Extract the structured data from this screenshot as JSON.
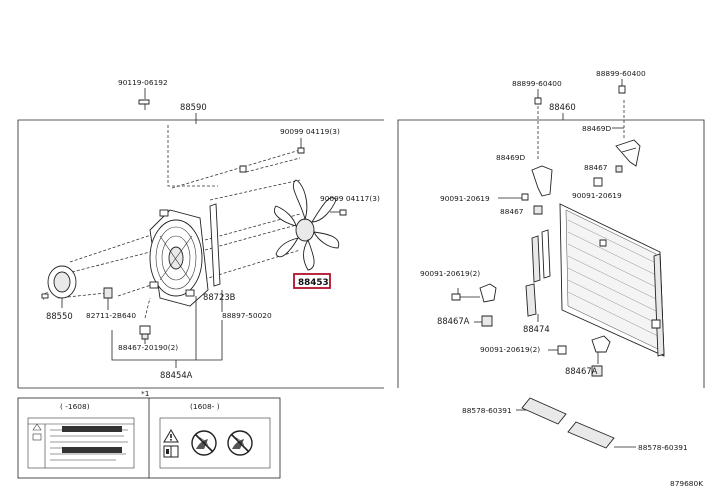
{
  "labels": {
    "bolt_top_left": "90119-06192",
    "fan_shroud_assy": "88590",
    "screw_top": "90099 04119(3)",
    "screw_mid": "90099 04117(3)",
    "fan_highlighted": "88453",
    "fan_motor": "88550",
    "clip_left": "82711-2B640",
    "grommet_left": "88467-20190(2)",
    "bracket_b": "88723B",
    "seal_right": "88897-50020",
    "fan_assembly_sub": "88454A",
    "bolt_top_r1": "88899-60400",
    "bolt_top_r2": "88899-60400",
    "condenser": "88460",
    "bracket_d1": "88469D",
    "bracket_d2": "88469D",
    "cushion_r1": "88467",
    "cushion_r2": "88467",
    "screw_r1": "90091-20619",
    "screw_r2": "90091-20619",
    "screw_r3": "90091-20619(2)",
    "screw_r4": "90091-20619(2)",
    "cushion_a1": "88467A",
    "cushion_a2": "88467A",
    "seal_center": "88474",
    "seal_bot1": "88578-60391",
    "seal_bot2": "88578-60391",
    "drawing_code": "879680K"
  },
  "legend": {
    "marker": "*1",
    "col_left_header": "(   -1608)",
    "col_right_header": "(1608-   )"
  },
  "colors": {
    "highlight_box": "#b0102a",
    "line": "#222222"
  },
  "icons": {
    "warning": "warning-triangle-icon",
    "manual": "manual-book-icon",
    "no_touch_fan_1": "no-hand-fan-icon",
    "no_touch_fan_2": "no-hand-fan-icon"
  }
}
